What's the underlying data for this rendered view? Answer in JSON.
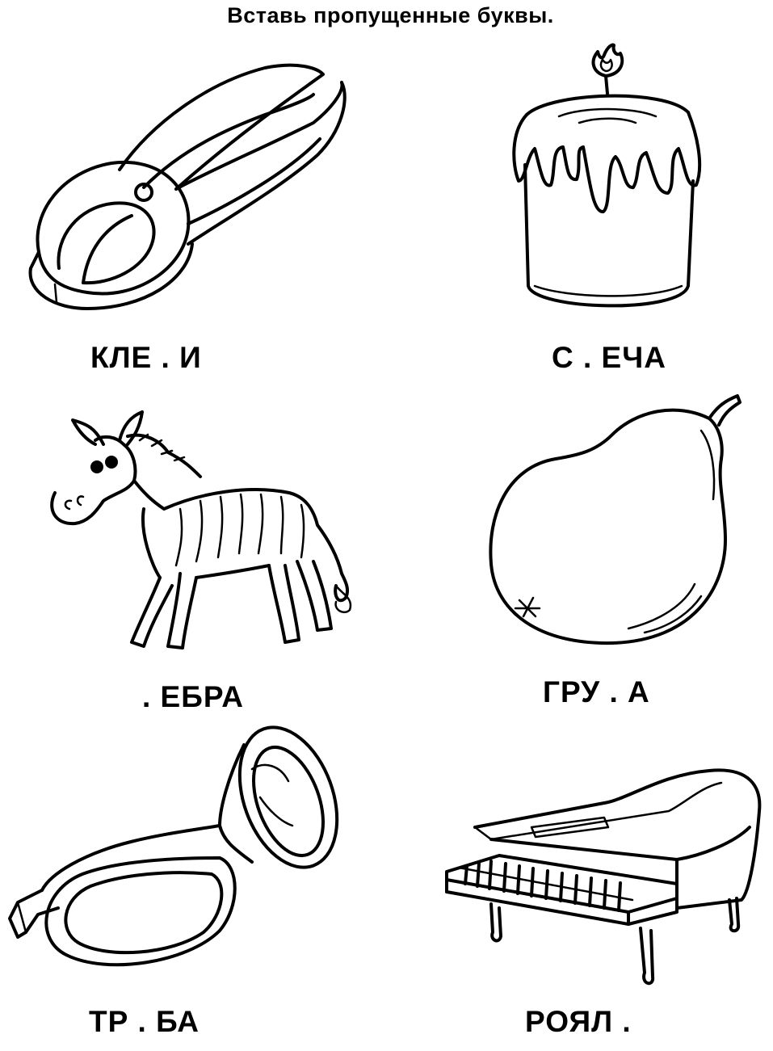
{
  "title": "Вставь пропущенные буквы.",
  "words": {
    "pliers": "КЛЕ . И",
    "candle": "С . ЕЧА",
    "zebra": ". ЕБРА",
    "pear": "ГРУ . А",
    "trumpet": "ТР . БА",
    "piano": "РОЯЛ ."
  },
  "pictures": {
    "pliers": "pliers-icon",
    "candle": "candle-icon",
    "zebra": "zebra-icon",
    "pear": "pear-icon",
    "trumpet": "trumpet-icon",
    "piano": "grand-piano-icon"
  }
}
